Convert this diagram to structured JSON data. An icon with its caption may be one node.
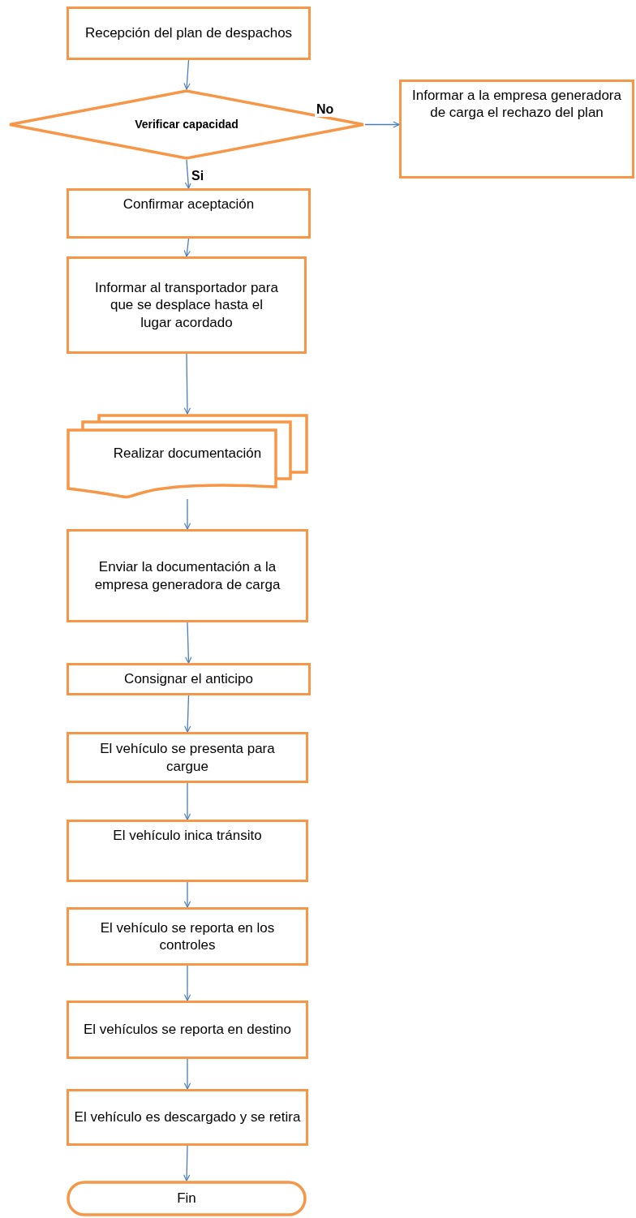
{
  "diagram": {
    "nodes": [
      {
        "text": [
          "Recepción del plan de despachos"
        ]
      },
      {
        "text": [
          "Verificar capacidad"
        ]
      },
      {
        "text": [
          "Informar a la empresa generadora de carga el rechazo del plan"
        ]
      },
      {
        "text": [
          "Confirmar aceptación"
        ]
      },
      {
        "text": [
          "Informar al transportador para que se desplace hasta el lugar acordado"
        ]
      },
      {
        "text": [
          "Realizar documentación"
        ]
      },
      {
        "text": [
          "Enviar la documentación a la empresa generadora de carga"
        ]
      },
      {
        "text": [
          "Consignar el anticipo"
        ]
      },
      {
        "text": [
          "El vehículo se presenta para cargue"
        ]
      },
      {
        "text": [
          "El vehículo inica tránsito"
        ]
      },
      {
        "text": [
          "El vehículo se reporta en los controles"
        ]
      },
      {
        "text": [
          "El vehículos se reporta en destino"
        ]
      },
      {
        "text": [
          "El vehículo es descargado y se retira"
        ]
      },
      {
        "text": [
          "Fin"
        ]
      }
    ],
    "edges": [
      {
        "from": 0,
        "to": 1,
        "arrow": "to"
      },
      {
        "from": 1,
        "to": 2,
        "arrow": "to",
        "label": "No"
      },
      {
        "from": 1,
        "to": 3,
        "arrow": "to",
        "label": "Si"
      },
      {
        "from": 3,
        "to": 4,
        "arrow": "to"
      },
      {
        "from": 4,
        "to": 5,
        "arrow": "to"
      },
      {
        "from": 5,
        "to": 6,
        "arrow": "to"
      },
      {
        "from": 6,
        "to": 7,
        "arrow": "to"
      },
      {
        "from": 7,
        "to": 8,
        "arrow": "to"
      },
      {
        "from": 8,
        "to": 9,
        "arrow": "to"
      },
      {
        "from": 9,
        "to": 10,
        "arrow": "to"
      },
      {
        "from": 10,
        "to": 11,
        "arrow": "to"
      },
      {
        "from": 11,
        "to": 12,
        "arrow": "to"
      },
      {
        "from": 12,
        "to": 13,
        "arrow": "to"
      }
    ]
  }
}
